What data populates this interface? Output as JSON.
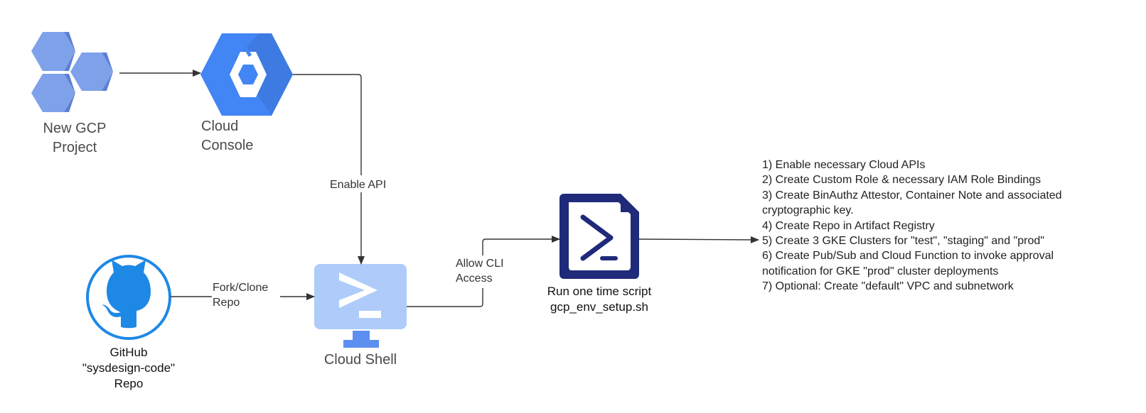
{
  "colors": {
    "gcp_blue": "#4285F4",
    "gcp_blue_dark": "#3A73D6",
    "hex_light": "#7FA1EA",
    "hex_dark": "#5B7FD3",
    "github_blue": "#1E88E5",
    "shell_light": "#AECBFA",
    "shell_stand": "#5C8FEF",
    "script_navy": "#1F2A7A",
    "arrow": "#333333"
  },
  "nodes": {
    "gcp_project": {
      "label_line1": "New GCP",
      "label_line2": "Project",
      "icon": "hexagons-icon"
    },
    "cloud_console": {
      "label_line1": "Cloud",
      "label_line2": "Console",
      "icon": "cloud-console-icon"
    },
    "github": {
      "label_line1": "GitHub",
      "label_line2": "\"sysdesign-code\"",
      "label_line3": "Repo",
      "icon": "github-octocat-icon"
    },
    "cloud_shell": {
      "label": "Cloud Shell",
      "icon": "cloud-shell-terminal-icon"
    },
    "script": {
      "label_line1": "Run one time script",
      "label_line2": "gcp_env_setup.sh",
      "icon": "terminal-script-file-icon"
    }
  },
  "edges": {
    "enable_api": "Enable API",
    "fork_clone_line1": "Fork/Clone",
    "fork_clone_line2": "Repo",
    "allow_cli_line1": "Allow CLI",
    "allow_cli_line2": "Access"
  },
  "steps": [
    "1) Enable necessary Cloud APIs",
    "2) Create Custom Role & necessary IAM Role Bindings",
    "3) Create BinAuthz Attestor, Container Note and associated",
    "cryptographic key.",
    "4) Create Repo in Artifact Registry",
    "5) Create 3 GKE Clusters for \"test\", \"staging\" and \"prod\"",
    "6) Create Pub/Sub and Cloud Function to invoke approval",
    "notification for GKE \"prod\" cluster deployments",
    "7) Optional: Create \"default\" VPC and subnetwork"
  ]
}
